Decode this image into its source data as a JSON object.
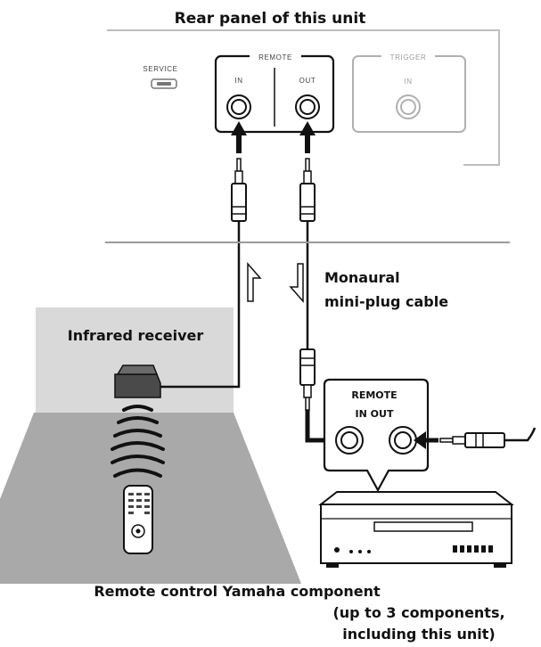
{
  "title": "Rear panel of this unit",
  "panel": {
    "service": "SERVICE",
    "remote": "REMOTE",
    "in": "IN",
    "out": "OUT",
    "trigger": "TRIGGER",
    "trigger_in": "IN"
  },
  "cable_label_line1": "Monaural",
  "cable_label_line2": "mini-plug cable",
  "receiver_label": "Infrared receiver",
  "component_panel": {
    "remote": "REMOTE",
    "in_out": "IN OUT"
  },
  "caption_line1": "Remote control Yamaha component",
  "caption_line2": "(up to 3 components,",
  "caption_line3": "including this unit)"
}
